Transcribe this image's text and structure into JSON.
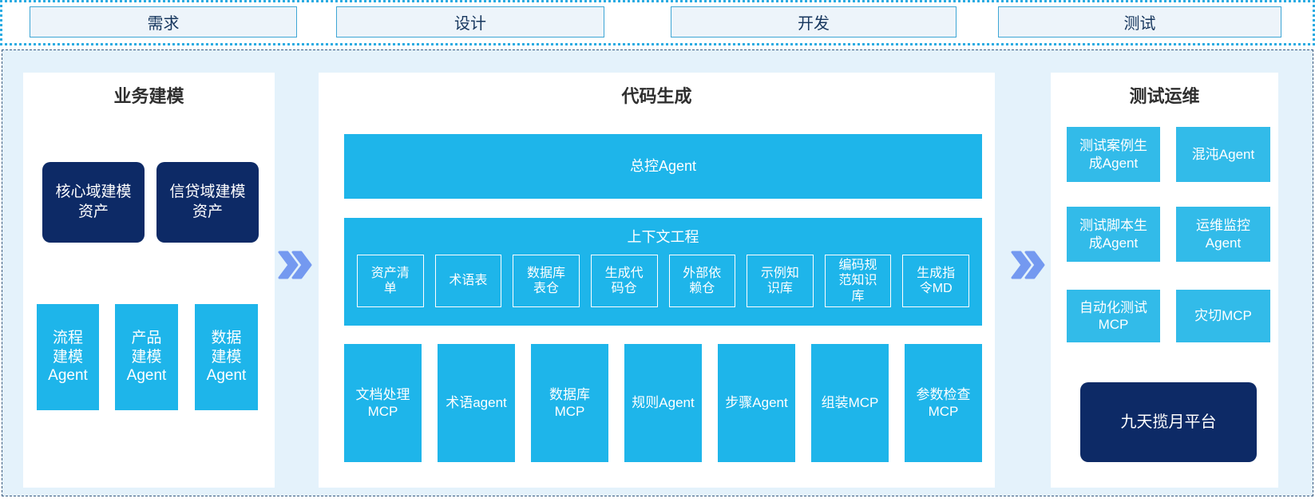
{
  "phases": [
    "需求",
    "设计",
    "开发",
    "测试"
  ],
  "sections": {
    "business_modeling": {
      "title": "业务建模",
      "asset_boxes": [
        "核心域建模资产",
        "信贷域建模资产"
      ],
      "agent_boxes": [
        "流程建模Agent",
        "产品建模Agent",
        "数据建模Agent"
      ]
    },
    "code_generation": {
      "title": "代码生成",
      "master_agent": "总控Agent",
      "context_engineering": {
        "title": "上下文工程",
        "items": [
          "资产清单",
          "术语表",
          "数据库表仓",
          "生成代码仓",
          "外部依赖仓",
          "示例知识库",
          "编码规范知识库",
          "生成指令MD"
        ]
      },
      "tool_boxes": [
        "文档处理MCP",
        "术语agent",
        "数据库MCP",
        "规则Agent",
        "步骤Agent",
        "组装MCP",
        "参数检查MCP"
      ]
    },
    "test_ops": {
      "title": "测试运维",
      "grid_boxes": [
        "测试案例生成Agent",
        "混沌Agent",
        "测试脚本生成Agent",
        "运维监控Agent",
        "自动化测试MCP",
        "灾切MCP"
      ],
      "platform": "九天揽月平台"
    }
  },
  "colors": {
    "cyan": "#1EB5EA",
    "cyan_light": "#32BBE9",
    "navy": "#0D2A66",
    "container_bg": "#E4F2FB",
    "container_border": "#37597E",
    "strip_border": "#29ABE2",
    "phase_box_bg": "#EDF4FA",
    "phase_box_border": "#3EA6D5",
    "phase_text": "#17375E",
    "arrow_blue": "#7499F0"
  }
}
